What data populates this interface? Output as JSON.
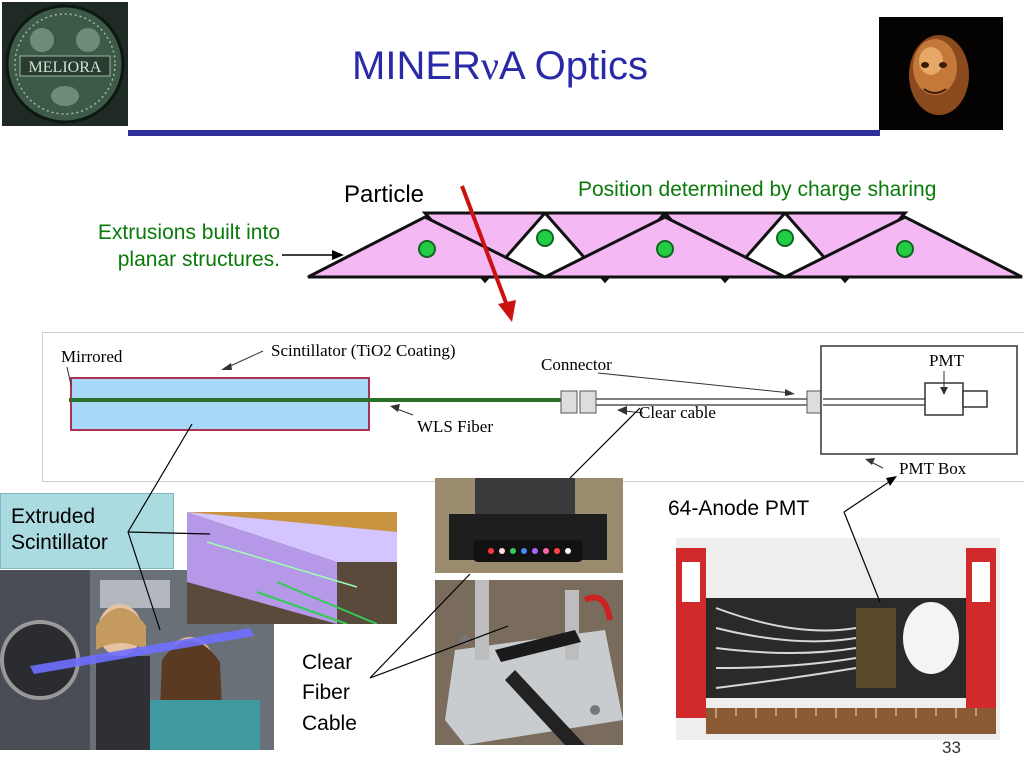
{
  "slide": {
    "title_prefix": "MINER",
    "title_nu": "ν",
    "title_suffix": "A Optics",
    "page_number": "33"
  },
  "logo": {
    "seal_text": "MELIORA"
  },
  "top_diagram": {
    "particle_label": "Particle",
    "position_note": "Position determined by charge sharing",
    "extrusions_line1": "Extrusions built into",
    "extrusions_line2": "planar structures."
  },
  "schematic": {
    "mirrored": "Mirrored",
    "scintillator": "Scintillator (TiO2 Coating)",
    "connector": "Connector",
    "pmt": "PMT",
    "wls_fiber": "WLS Fiber",
    "clear_cable": "Clear cable",
    "pmt_box": "PMT Box"
  },
  "photos": {
    "extruded_line1": "Extruded",
    "extruded_line2": "Scintillator",
    "clear_line1": "Clear",
    "clear_line2": "Fiber",
    "clear_line3": "Cable",
    "anode_pmt": "64-Anode PMT"
  },
  "colors": {
    "title_blue": "#2a2aa8",
    "triangle_fill": "#f4b8f4",
    "fiber_green": "#22cc44",
    "annotation_green": "#0a7a0a",
    "particle_arrow": "#cc1111",
    "scintillator_fill": "#a8d8f8",
    "label_box": "#a9dbe0"
  }
}
